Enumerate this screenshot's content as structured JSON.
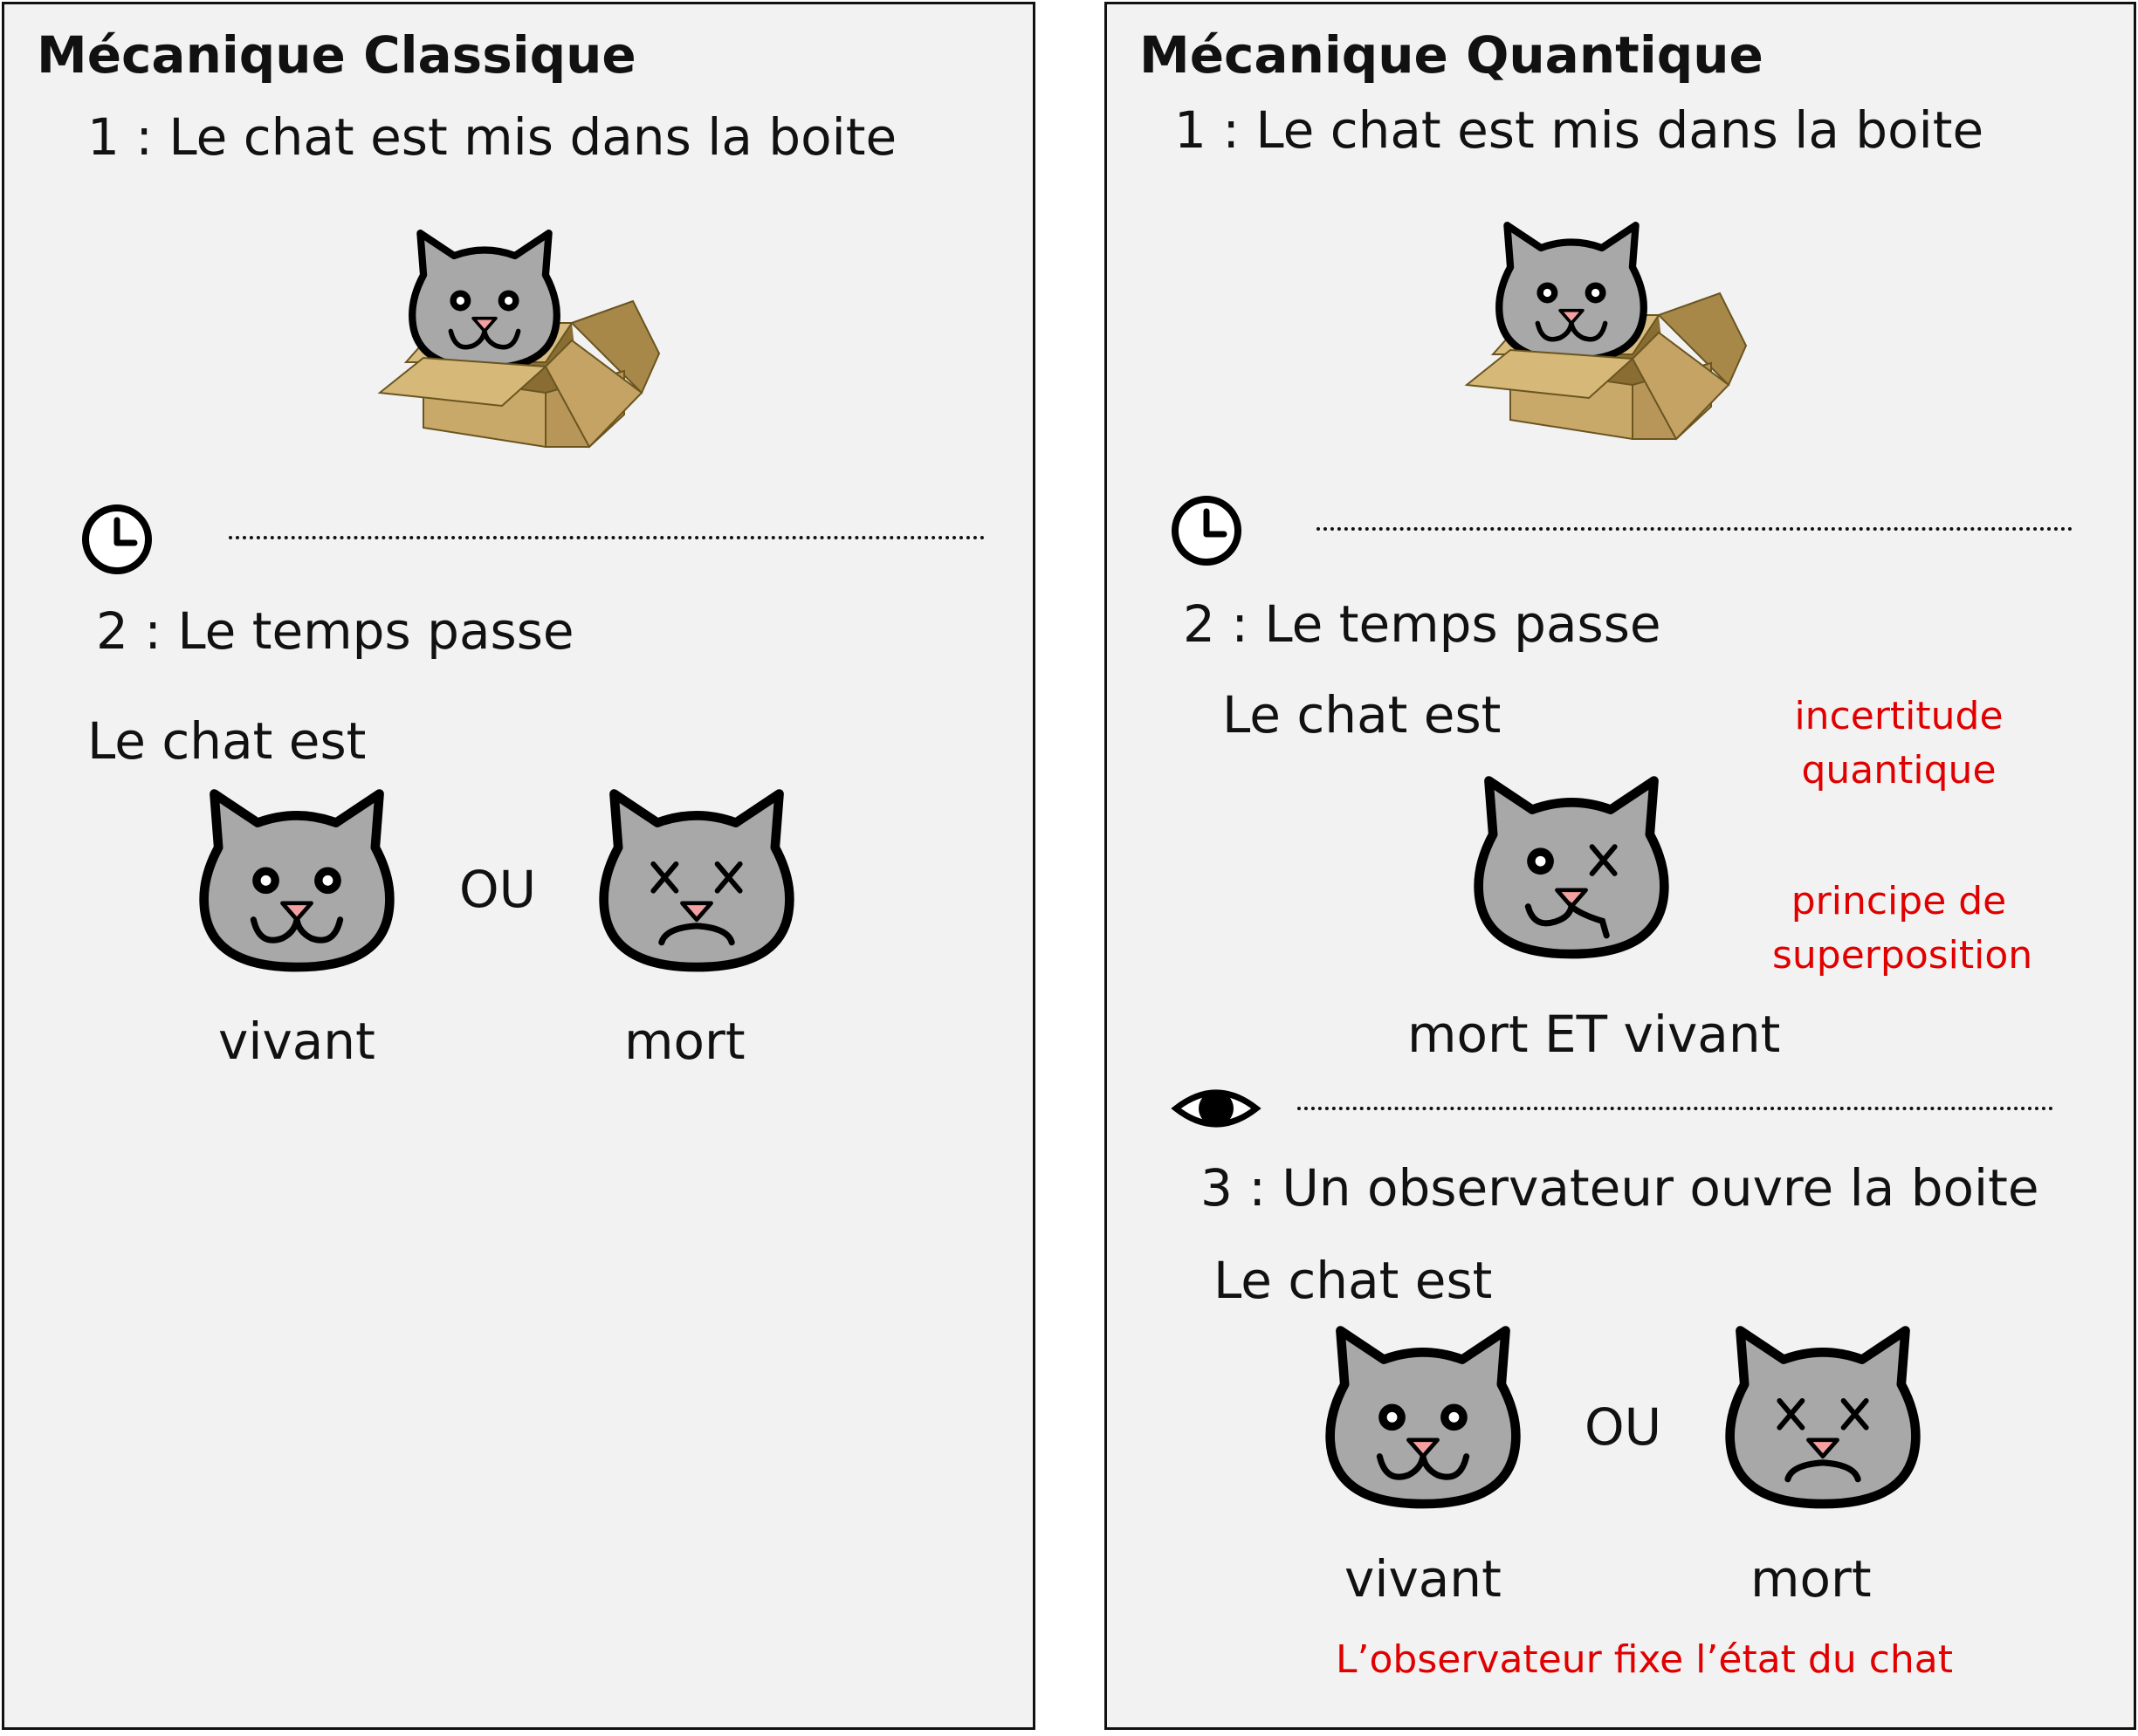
{
  "classique": {
    "title": "Mécanique Classique",
    "step1": "1 : Le chat est mis dans la boite",
    "step2": "2 : Le temps passe",
    "cat_state_intro": "Le chat est",
    "alive_label": "vivant",
    "or_label": "OU",
    "dead_label": "mort"
  },
  "quantique": {
    "title": "Mécanique Quantique",
    "step1": "1 : Le chat est mis dans la boite",
    "step2": "2 : Le temps passe",
    "cat_state_intro": "Le chat est",
    "superposed_label": "mort ET vivant",
    "note_uncertainty": "incertitude\nquantique",
    "note_superposition": "principe de\nsuperposition",
    "step3": "3 : Un observateur ouvre la boite",
    "cat_state_intro_2": "Le chat est",
    "alive_label": "vivant",
    "or_label": "OU",
    "dead_label": "mort",
    "observer_note": "L’observateur fixe l’état du chat"
  },
  "colors": {
    "panel_bg": "#f2f2f2",
    "cat_fur": "#a8a8a8",
    "cat_nose": "#f4a0a0",
    "box": "#c9a96a",
    "note_red": "#e00000"
  },
  "icons": [
    "cat-in-box",
    "clock-icon",
    "cat-alive-icon",
    "cat-dead-icon",
    "cat-superposed-icon",
    "eye-icon"
  ]
}
